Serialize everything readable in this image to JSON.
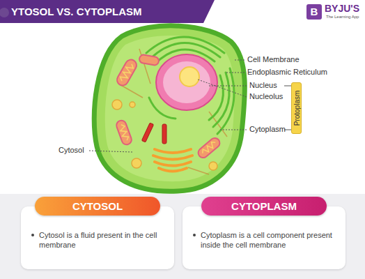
{
  "diagram": {
    "title": "YTOSOL VS. CYTOPLASM",
    "nodes": [
      {
        "text": [
          "Cytosol is a fluid present in the cell membrane"
        ]
      },
      {
        "text": [
          "CYTOSOL"
        ],
        "in": 0
      },
      {
        "text": [
          "Cytoplasm is a cell component present inside the cell membrane"
        ]
      },
      {
        "text": [
          "CYTOPLASM"
        ],
        "in": 2
      },
      {
        "text": [
          "Protoplasm"
        ]
      }
    ],
    "labels": [
      "B",
      "BYJU'S",
      "The Learning App",
      "Cell Membrane",
      "Endoplasmic Reticulum",
      "Nucleus",
      "Nucleolus",
      "Cytoplasm",
      "Cytosol"
    ]
  }
}
